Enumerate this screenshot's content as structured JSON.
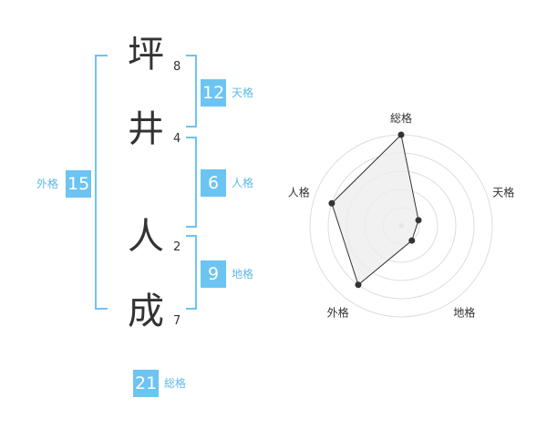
{
  "name": {
    "chars": [
      {
        "char": "坪",
        "strokes": "8"
      },
      {
        "char": "井",
        "strokes": "4"
      },
      {
        "char": "人",
        "strokes": "2"
      },
      {
        "char": "成",
        "strokes": "7"
      }
    ]
  },
  "kaku": {
    "ten": {
      "label": "天格",
      "value": "12"
    },
    "jin": {
      "label": "人格",
      "value": "6"
    },
    "chi": {
      "label": "地格",
      "value": "9"
    },
    "gai": {
      "label": "外格",
      "value": "15"
    },
    "sou": {
      "label": "総格",
      "value": "21"
    }
  },
  "chart_data": {
    "type": "radar",
    "axes": [
      "総格",
      "天格",
      "地格",
      "外格",
      "人格"
    ],
    "values": [
      1.0,
      0.2,
      0.2,
      0.8,
      0.8
    ],
    "range": [
      0,
      1
    ],
    "rings": 5,
    "fill_color": "#eeeeee",
    "line_color": "#333333",
    "grid_color": "#dddddd"
  }
}
